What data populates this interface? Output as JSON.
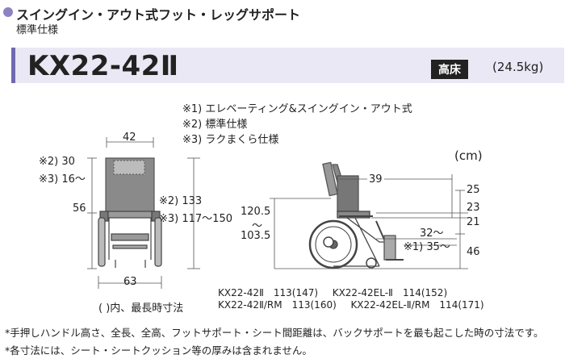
{
  "header": {
    "title": "スイングイン・アウト式フット・レッグサポート",
    "subtitle": "標準仕様"
  },
  "band": {
    "model": "KX22-42Ⅱ",
    "badge": "高床",
    "weight": "(24.5kg)"
  },
  "notes": [
    "※1) エレベーティング&スイングイン・アウト式",
    "※2) 標準仕様",
    "※3) ラクまくら仕様"
  ],
  "unit": "(cm)",
  "front_view": {
    "width_top": "42",
    "back_height_note2": "※2) 30",
    "back_height_note3": "※3) 16〜",
    "seat_height": "56",
    "total_height_note2": "※2) 133",
    "total_height_note3": "※3) 117〜150",
    "width_bottom": "63",
    "caption": "( )内、最長時寸法"
  },
  "side_view": {
    "depth": "39",
    "height_range_top": "120.5",
    "tilde": "〜",
    "height_range_bottom": "103.5",
    "dim_25": "25",
    "dim_23": "23",
    "dim_21": "21",
    "dim_32": "32〜",
    "dim_35": "※1) 35〜",
    "dim_46": "46"
  },
  "model_lengths": {
    "row1_left": "KX22-42Ⅱ　113(147)",
    "row1_right": "KX22-42EL-Ⅱ　114(152)",
    "row2_left": "KX22-42Ⅱ/RM　113(160)",
    "row2_right": "KX22-42EL-Ⅱ/RM　114(171)"
  },
  "footnotes": [
    "*手押しハンドル高さ、全長、全高、フットサポート・シート間距離は、バックサポートを最も起こした時の寸法です。",
    "*各寸法には、シート・シートクッション等の厚みは含まれません。"
  ],
  "colors": {
    "accent": "#8c83c4",
    "band": "#e9e8f4",
    "band_edge": "#6f69b0"
  }
}
